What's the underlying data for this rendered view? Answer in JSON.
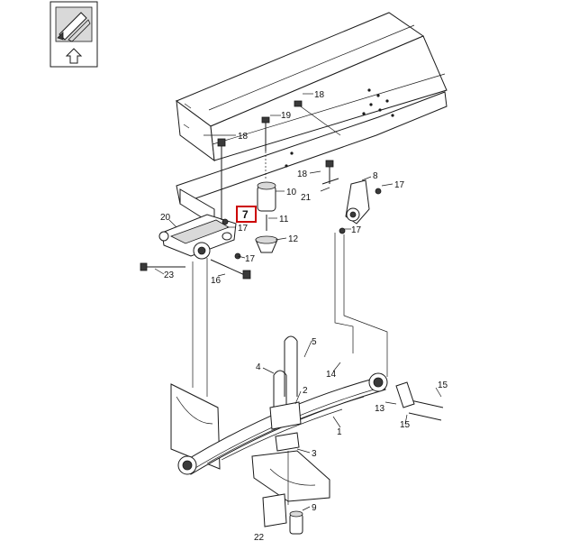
{
  "callouts": {
    "c1": "1",
    "c2": "2",
    "c3": "3",
    "c4": "4",
    "c5": "5",
    "c7": "7",
    "c8": "8",
    "c9": "9",
    "c10": "10",
    "c11": "11",
    "c12": "12",
    "c13": "13",
    "c14": "14",
    "c15a": "15",
    "c15b": "15",
    "c16": "16",
    "c17a": "17",
    "c17b": "17",
    "c17c": "17",
    "c17d": "17",
    "c18a": "18",
    "c18b": "18",
    "c18c": "18",
    "c19": "19",
    "c20": "20",
    "c21": "21",
    "c22": "22",
    "c23": "23"
  },
  "highlight_color": "#cc0000"
}
